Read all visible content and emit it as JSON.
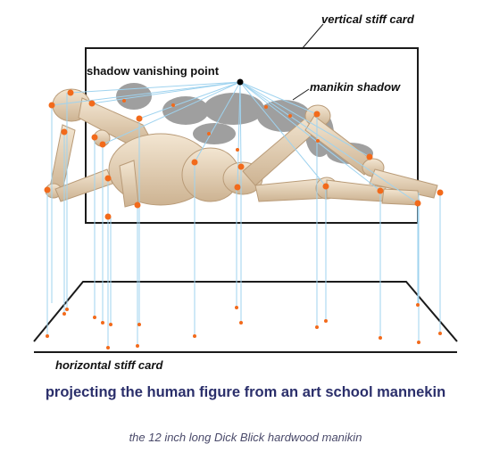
{
  "labels": {
    "vertical_card": "vertical stiff card",
    "vanishing_point": "shadow vanishing point",
    "manikin_shadow": "manikin shadow",
    "horizontal_card": "horizontal stiff card"
  },
  "caption": {
    "title": "projecting the human figure from an art school mannekin",
    "subtitle": "the 12 inch long Dick Blick hardwood manikin"
  },
  "colors": {
    "projection_line": "#9fd3ef",
    "joint_point": "#f26a1b",
    "card_outline": "#1a1a1a",
    "wood": "#e6d3b8",
    "shadow": "#8a8a8a",
    "caption_title": "#2b2f6b"
  }
}
